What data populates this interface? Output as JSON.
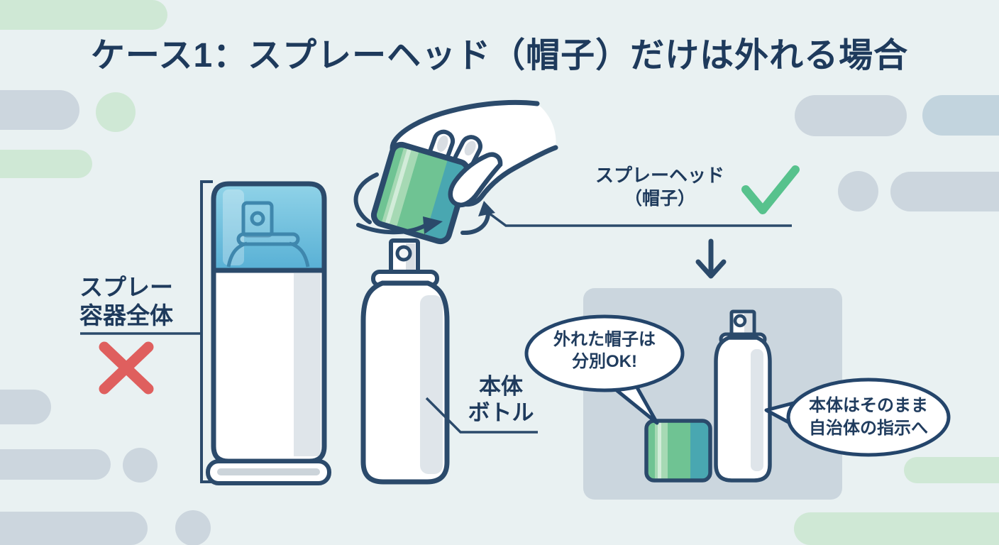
{
  "title": "ケース1：スプレーヘッド（帽子）だけは外れる場合",
  "colors": {
    "background": "#e9f1f2",
    "outline_navy": "#2b4a6b",
    "text_navy": "#1e3a5c",
    "cap_blue": "#79c6e0",
    "cap_green": "#6fc393",
    "cap_teal": "#49a7b1",
    "check_green": "#57c28d",
    "cross_red": "#df5f5e",
    "panel_gray": "#cbd6de",
    "pill_green": "#cfe8d5",
    "pill_gray": "#ccd6de"
  },
  "whole_can": {
    "label_line1": "スプレー",
    "label_line2": "容器全体"
  },
  "body_bottle": {
    "label_line1": "本体",
    "label_line2": "ボトル"
  },
  "spray_head": {
    "label_line1": "スプレーヘッド",
    "label_line2": "（帽子）"
  },
  "result": {
    "cap_bubble_line1": "外れた帽子は",
    "cap_bubble_line2": "分別OK!",
    "body_bubble_line1": "本体はそのまま",
    "body_bubble_line2": "自治体の指示へ"
  }
}
